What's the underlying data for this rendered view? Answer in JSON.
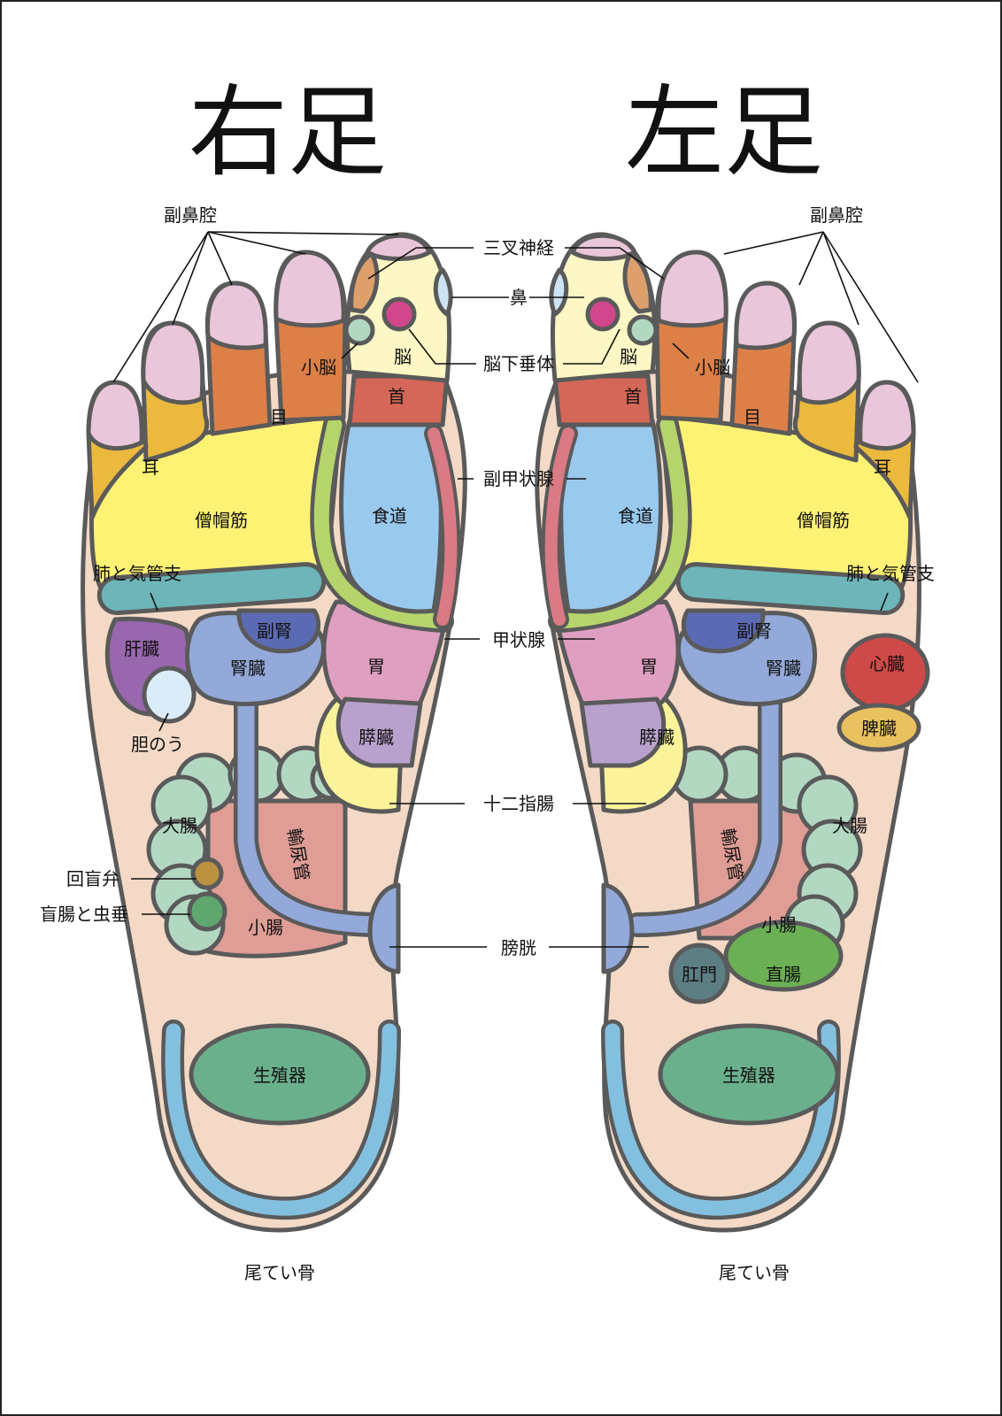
{
  "titles": {
    "right_foot": "右足",
    "left_foot": "左足"
  },
  "labels": {
    "sinus": "副鼻腔",
    "trigeminal": "三叉神経",
    "nose": "鼻",
    "pituitary": "脳下垂体",
    "brain": "脳",
    "cerebellum": "小脳",
    "neck": "首",
    "eye": "目",
    "ear": "耳",
    "parathyroid": "副甲状腺",
    "trapezius": "僧帽筋",
    "esophagus": "食道",
    "lung_bronchi": "肺と気管支",
    "thyroid": "甲状腺",
    "adrenal": "副腎",
    "kidney": "腎臓",
    "liver": "肝臓",
    "gallbladder": "胆のう",
    "stomach": "胃",
    "pancreas": "膵臓",
    "duodenum": "十二指腸",
    "large_intestine": "大腸",
    "ureter": "輸尿管",
    "ileocecal_valve": "回盲弁",
    "appendix": "盲腸と虫垂",
    "small_intestine": "小腸",
    "bladder": "膀胱",
    "genitals": "生殖器",
    "coccyx": "尾てい骨",
    "heart": "心臓",
    "spleen": "脾臓",
    "anus": "肛門",
    "rectum": "直腸"
  },
  "colors": {
    "skin": "#f3d9c6",
    "toe_tip": "#e9c6d9",
    "toe_base": "#dc8048",
    "ear_yellow": "#eab93e",
    "trapezius": "#fdf274",
    "lung": "#6db5b8",
    "brain": "#fcf7c4",
    "pituitary": "#d2478c",
    "neck": "#d56758",
    "esophagus": "#9ac9ee",
    "thyroid": "#b5d46c",
    "parathyroid": "#d97a84",
    "stomach": "#df9fc0",
    "pancreas": "#b8a1cc",
    "duodenum": "#fbf39a",
    "kidney": "#93a9da",
    "adrenal": "#5b6bb3",
    "liver": "#9867ae",
    "gallbladder": "#d9ecf8",
    "large_intestine": "#b2d8c2",
    "small_intestine": "#df9d95",
    "ileocecal": "#bb9140",
    "appendix": "#5fa76f",
    "genitals": "#6bb08d",
    "coccyx": "#83c0e0",
    "heart": "#ce4a48",
    "spleen": "#eac15f",
    "rectum": "#6bb055",
    "anus": "#5d7e83"
  }
}
